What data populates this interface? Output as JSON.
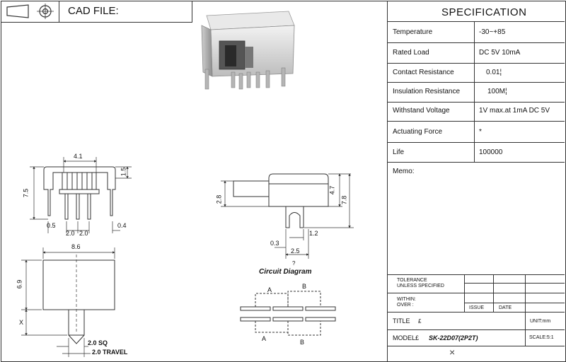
{
  "header": {
    "cad_file_label": "CAD FILE:"
  },
  "spec": {
    "title": "SPECIFICATION",
    "rows": [
      {
        "label": "Temperature",
        "value": "-30~+85"
      },
      {
        "label": "Rated Load",
        "value": "DC 5V 10mA"
      },
      {
        "label": "Contact Resistance",
        "value": "0.01¦"
      },
      {
        "label": "Insulation Resistance",
        "value": "100M¦"
      },
      {
        "label": "Withstand Voltage",
        "value": "1V max.at 1mA DC 5V"
      },
      {
        "label": "Actuating Force",
        "value": "*"
      },
      {
        "label": "Life",
        "value": "100000"
      }
    ],
    "memo_label": "Memo:"
  },
  "title_block": {
    "tolerance_line1": "TOLERANCE",
    "tolerance_line2": "UNLESS SPECIFIED",
    "within": "WITHIN:",
    "over": "OVER    :",
    "issue": "ISSUE",
    "date": "DATE",
    "title_label": "TITLE",
    "title_value": "£",
    "unit": "UNIT:mm",
    "model_label": "MODEL£",
    "model_value": "SK-22D07(2P2T)",
    "scale": "SCALE:5:1",
    "close_mark": "×"
  },
  "drawing": {
    "front": {
      "width_top": "4.1",
      "height_left": "7.5",
      "side_top": "1.5",
      "left_offset": "0.5",
      "pitch_a": "2.0",
      "pitch_b": "2.0",
      "right_offset": "0.4"
    },
    "bottom": {
      "width": "8.6",
      "height": "6.9",
      "x_label": "X",
      "sq": "2.0 SQ",
      "travel": "2.0 TRAVEL"
    },
    "side": {
      "h1": "4.7",
      "h2": "7.8",
      "left_h": "2.8",
      "w1": "1.2",
      "w2": "0.3",
      "w3": "2.5",
      "q_mark": "?"
    },
    "circuit": {
      "title": "Circuit Diagram",
      "label_a_top": "A",
      "label_b_top": "B",
      "label_a_bottom": "A",
      "label_b_bottom": "B"
    }
  }
}
